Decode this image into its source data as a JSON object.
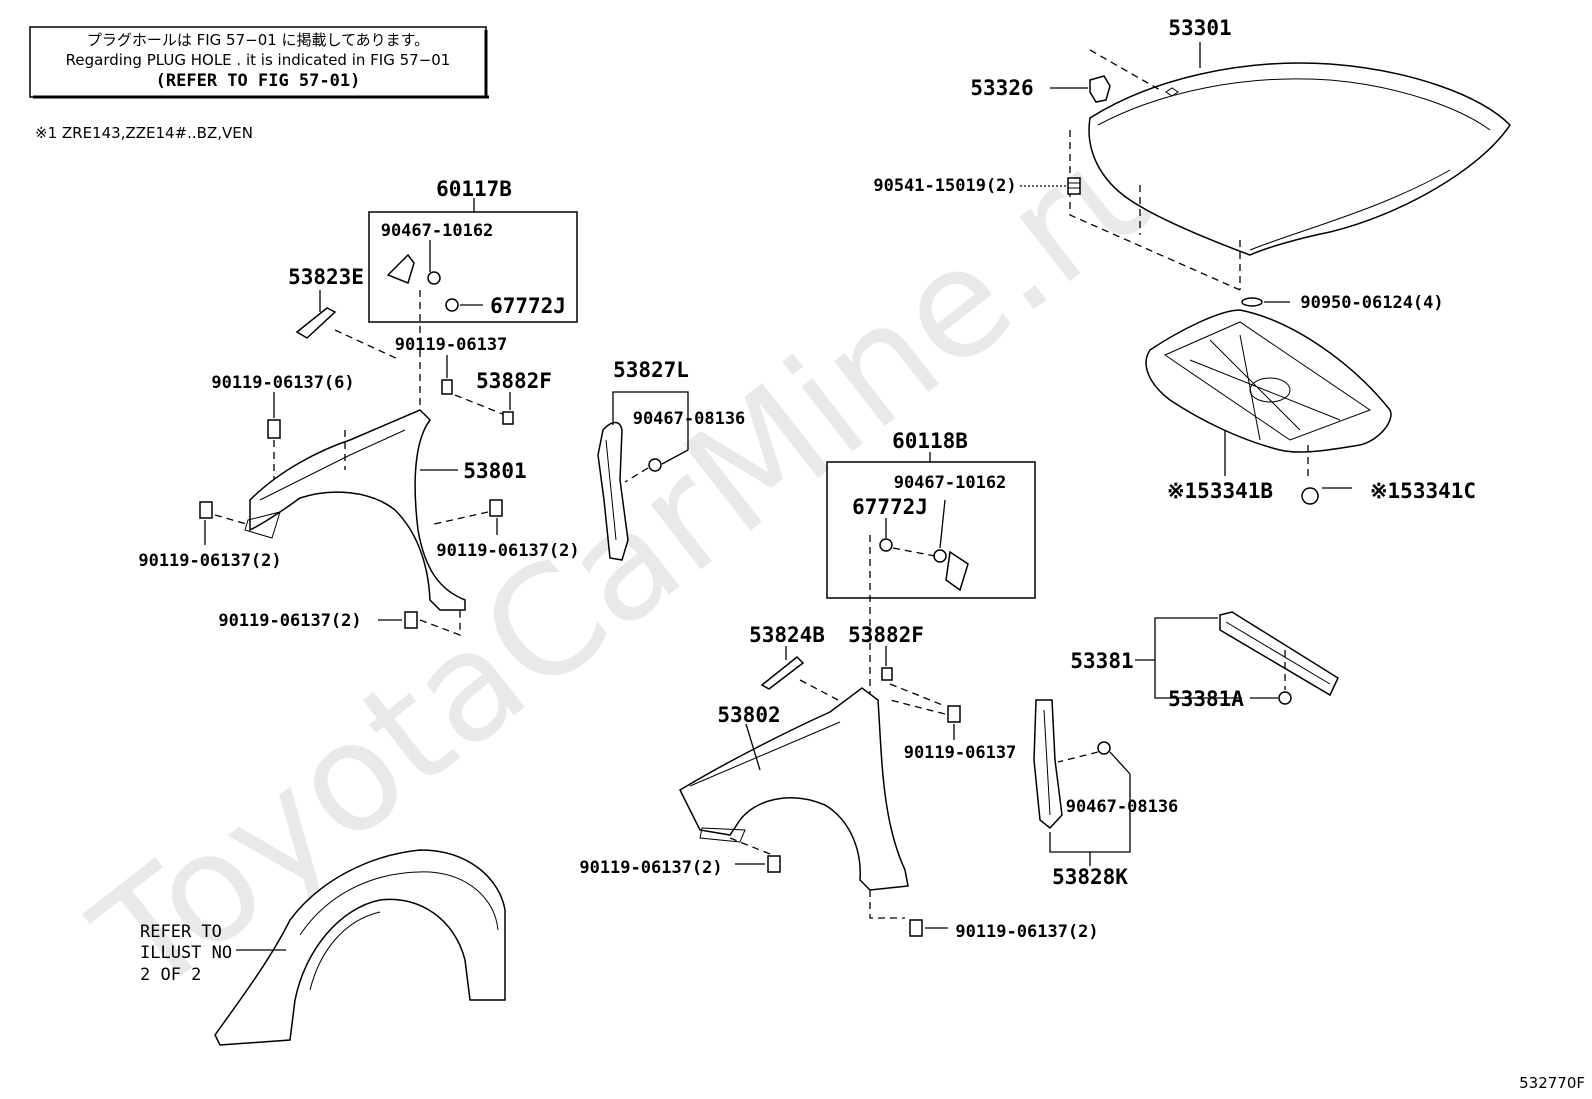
{
  "notice": {
    "line1": "プラグホールは FIG 57−01 に掲載してあります。",
    "line2": "Regarding PLUG HOLE . it is indicated in FIG 57−01",
    "line3": "(REFER TO FIG 57-01)"
  },
  "footnote": "※1 ZRE143,ZZE14#..BZ,VEN",
  "watermark": "ToyotaCarMine.ru",
  "figure_code": "532770F",
  "labels": {
    "p53301": "53301",
    "p53326": "53326",
    "p90541": "90541-15019(2)",
    "p90950": "90950-06124(4)",
    "p53341B": "※153341B",
    "p53341C": "※153341C",
    "p60117B": "60117B",
    "p90467_10162_a": "90467-10162",
    "p67772J_a": "67772J",
    "p53823E": "53823E",
    "p90119_06137_a": "90119-06137",
    "p90119_06137_6": "90119-06137(6)",
    "p53882F_a": "53882F",
    "p53801": "53801",
    "p90119_06137_2a": "90119-06137(2)",
    "p90119_06137_2b": "90119-06137(2)",
    "p90119_06137_2c": "90119-06137(2)",
    "p53827L": "53827L",
    "p90467_08136_a": "90467-08136",
    "p60118B": "60118B",
    "p90467_10162_b": "90467-10162",
    "p67772J_b": "67772J",
    "p53824B": "53824B",
    "p53882F_b": "53882F",
    "p53802": "53802",
    "p90119_06137_b": "90119-06137",
    "p90119_06137_2d": "90119-06137(2)",
    "p90119_06137_2e": "90119-06137(2)",
    "p53381": "53381",
    "p53381A": "53381A",
    "p90467_08136_b": "90467-08136",
    "p53828K": "53828K",
    "refer1": "REFER TO",
    "refer2": "ILLUST NO",
    "refer3": "2 OF 2"
  }
}
